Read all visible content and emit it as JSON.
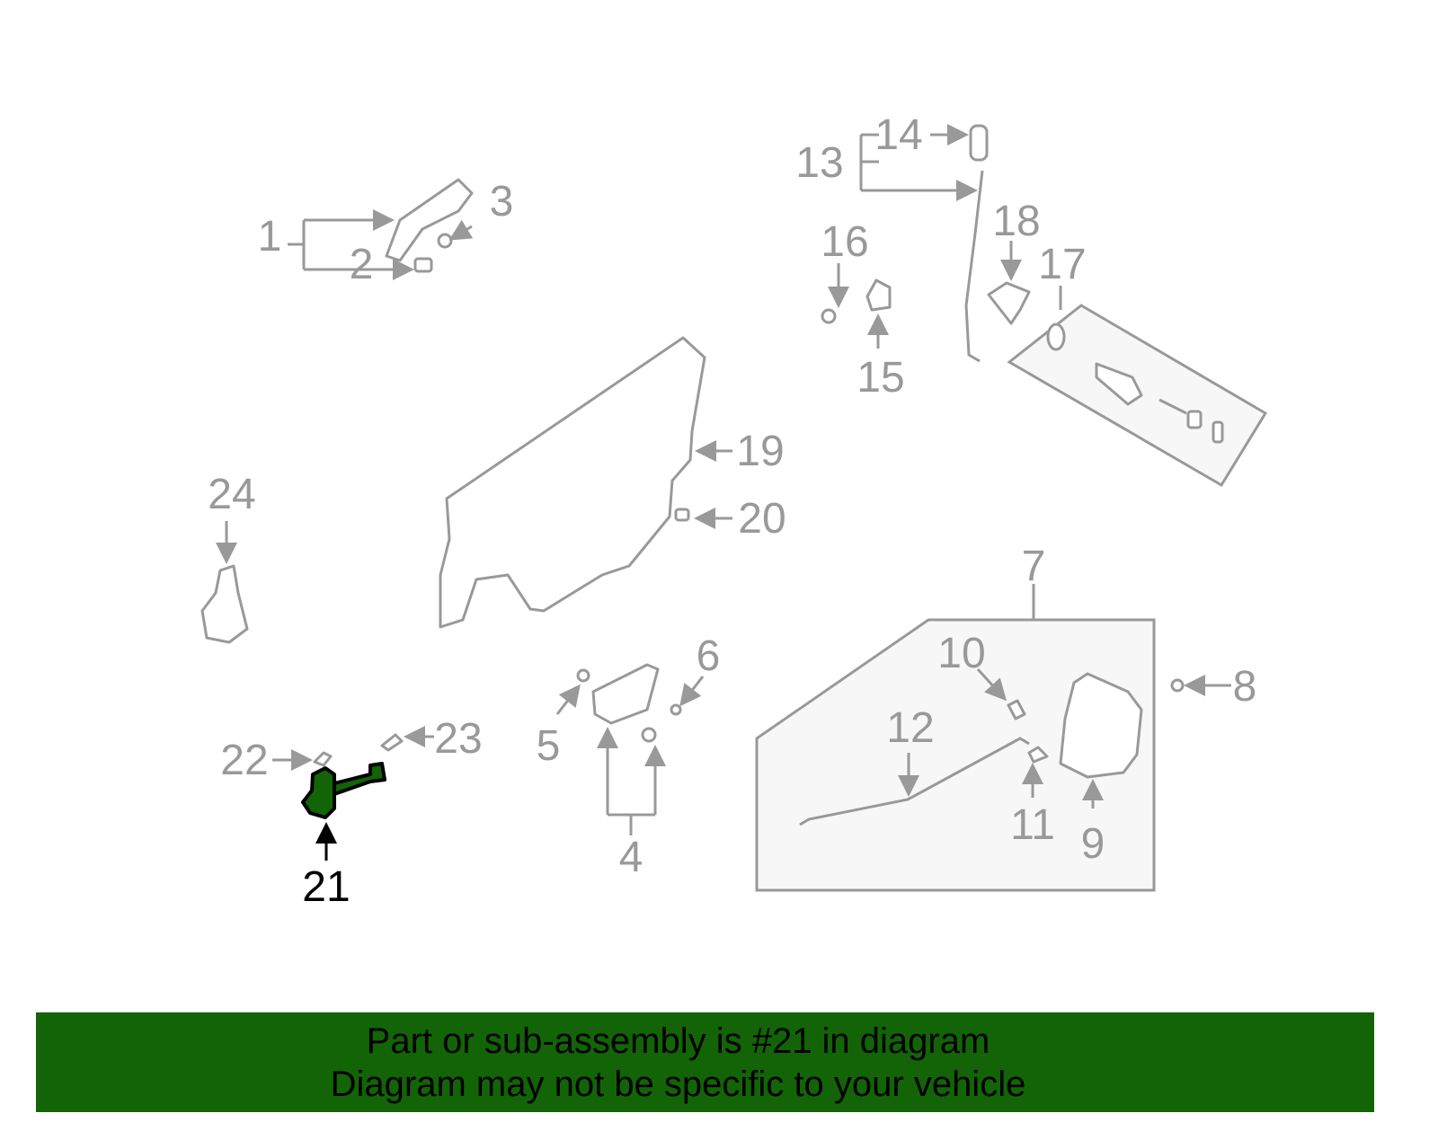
{
  "diagram": {
    "highlighted_part": "21",
    "highlight_color": "#126406",
    "callouts": [
      "1",
      "2",
      "3",
      "4",
      "5",
      "6",
      "7",
      "8",
      "9",
      "10",
      "11",
      "12",
      "13",
      "14",
      "15",
      "16",
      "17",
      "18",
      "19",
      "20",
      "21",
      "22",
      "23",
      "24"
    ]
  },
  "banner": {
    "line1": "Part or sub-assembly is #21 in diagram",
    "line2": "Diagram may not be specific to your vehicle",
    "background": "#126406"
  }
}
